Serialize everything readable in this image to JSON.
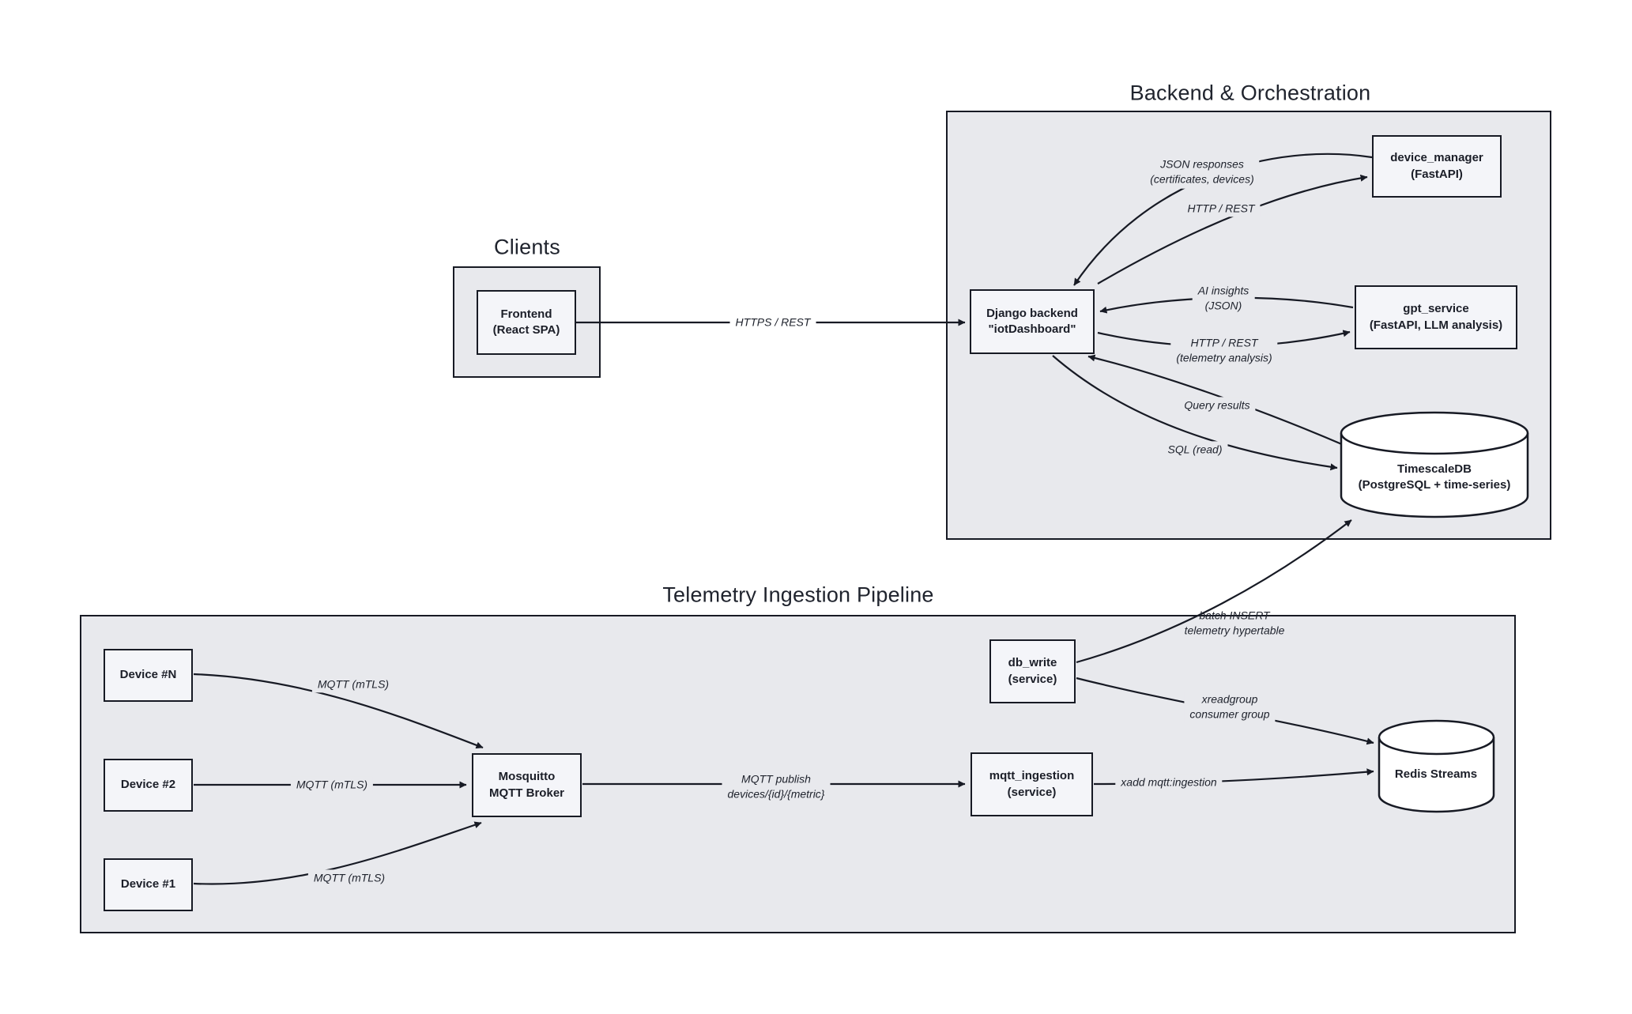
{
  "titles": {
    "clients": "Clients",
    "backend": "Backend & Orchestration",
    "telemetry": "Telemetry Ingestion Pipeline"
  },
  "nodes": {
    "frontend": {
      "line1": "Frontend",
      "line2": "(React SPA)"
    },
    "django": {
      "line1": "Django backend",
      "line2": "\"iotDashboard\""
    },
    "device_manager": {
      "line1": "device_manager",
      "line2": "(FastAPI)"
    },
    "gpt_service": {
      "line1": "gpt_service",
      "line2": "(FastAPI, LLM analysis)"
    },
    "timescaledb": {
      "line1": "TimescaleDB",
      "line2": "(PostgreSQL + time-series)"
    },
    "device_n": {
      "line1": "Device #N"
    },
    "device_2": {
      "line1": "Device #2"
    },
    "device_1": {
      "line1": "Device #1"
    },
    "mosquitto": {
      "line1": "Mosquitto",
      "line2": "MQTT Broker"
    },
    "mqtt_ingestion": {
      "line1": "mqtt_ingestion",
      "line2": "(service)"
    },
    "db_write": {
      "line1": "db_write",
      "line2": "(service)"
    },
    "redis": {
      "line1": "Redis Streams"
    }
  },
  "edges": {
    "https_rest": {
      "line1": "HTTPS / REST"
    },
    "json_responses": {
      "line1": "JSON responses",
      "line2": "(certificates, devices)"
    },
    "http_rest_dm": {
      "line1": "HTTP / REST"
    },
    "ai_insights": {
      "line1": "AI insights",
      "line2": "(JSON)"
    },
    "http_rest_gpt": {
      "line1": "HTTP / REST",
      "line2": "(telemetry analysis)"
    },
    "query_results": {
      "line1": "Query results"
    },
    "sql_read": {
      "line1": "SQL (read)"
    },
    "mqtt_mtls_n": {
      "line1": "MQTT (mTLS)"
    },
    "mqtt_mtls_2": {
      "line1": "MQTT (mTLS)"
    },
    "mqtt_mtls_1": {
      "line1": "MQTT (mTLS)"
    },
    "mqtt_publish": {
      "line1": "MQTT publish",
      "line2": "devices/{id}/{metric}"
    },
    "xadd": {
      "line1": "xadd mqtt:ingestion"
    },
    "xreadgroup": {
      "line1": "xreadgroup",
      "line2": "consumer group"
    },
    "batch_insert": {
      "line1": "batch INSERT",
      "line2": "telemetry hypertable"
    }
  },
  "colors": {
    "stroke": "#171a24",
    "group_fill": "#e8e9ed",
    "node_fill": "#f4f5f9",
    "cylinder_fill": "#ffffff",
    "background": "#ffffff"
  }
}
